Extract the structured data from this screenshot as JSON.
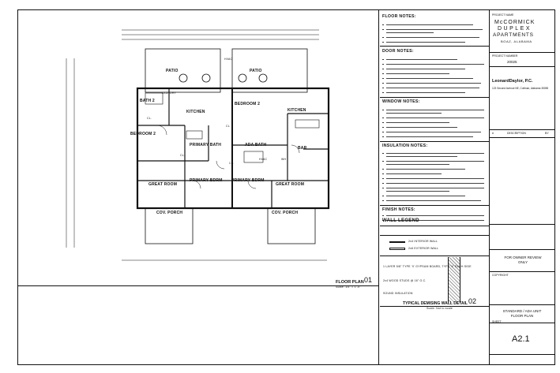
{
  "plan": {
    "rooms": {
      "patio_left": "PATIO",
      "patio_right": "PATIO",
      "bath2": "BATH 2",
      "kitchen_left": "KITCHEN",
      "kitchen_right": "KITCHEN",
      "bedroom2_left": "BEDROOM 2",
      "bedroom2_right": "BEDROOM 2",
      "primary_bath": "PRIMARY BATH",
      "ada_bath": "ADA BATH",
      "bar": "BAR",
      "great_room_left": "GREAT ROOM",
      "great_room_right": "GREAT ROOM",
      "primary_bdrm_left": "PRIMARY BDRM",
      "primary_bdrm_right": "PRIMARY BDRM",
      "porch_left": "COV. PORCH",
      "porch_right": "COV. PORCH",
      "laundry": "LAUNDRY",
      "cl1": "CL.",
      "cl2": "CL.",
      "cl3": "CL.",
      "cl4": "CL.",
      "hvac1": "HVAC",
      "hvac2": "HVAC",
      "wh": "WH"
    },
    "title": "FLOOR PLAN",
    "scale": "Scale: 1/4\" = 1'-0\"",
    "number": "01"
  },
  "notes": {
    "floor": "FLOOR NOTES:",
    "door": "DOOR NOTES:",
    "window": "WINDOW NOTES:",
    "insulation": "INSULATION NOTES:",
    "finish": "FINISH NOTES:",
    "wall_legend": "WALL LEGEND",
    "legend_1": "2x4 INTERIOR WALL",
    "legend_2": "2x6 EXTERIOR WALL"
  },
  "detail": {
    "title": "TYPICAL DEMISING WALL DETAIL",
    "scale": "Scale: Not to scale",
    "number": "02",
    "notes": [
      "1 LAYER 5/8\" TYPE 'X' GYPSUM BOARD, TYPE 'X' EACH SIDE",
      "2x4 WOOD STUDS @ 16\" O.C.",
      "SOUND INSULATION"
    ]
  },
  "titleblock": {
    "project_name_label": "PROJECT NAME",
    "project_name_1": "McCORMICK",
    "project_name_2": "DUPLEX",
    "project_name_3": "APARTMENTS",
    "location": "BOAZ, ALABAMA",
    "project_number_label": "PROJECT NUMBER",
    "project_number": "20025",
    "firm": "LeonardDaylor, P.C.",
    "firm_address": "123 Second Avenue NE, Cullman, Alabama 35055",
    "rev_header_1": "#",
    "rev_header_2": "DESCRIPTION",
    "rev_header_3": "BY",
    "review": "FOR OWNER REVIEW ONLY",
    "copyright": "COPYRIGHT",
    "sheet_name": "STANDARD / ADA UNIT FLOOR PLAN",
    "sheet_label": "SHEET",
    "sheet_number": "A2.1"
  }
}
